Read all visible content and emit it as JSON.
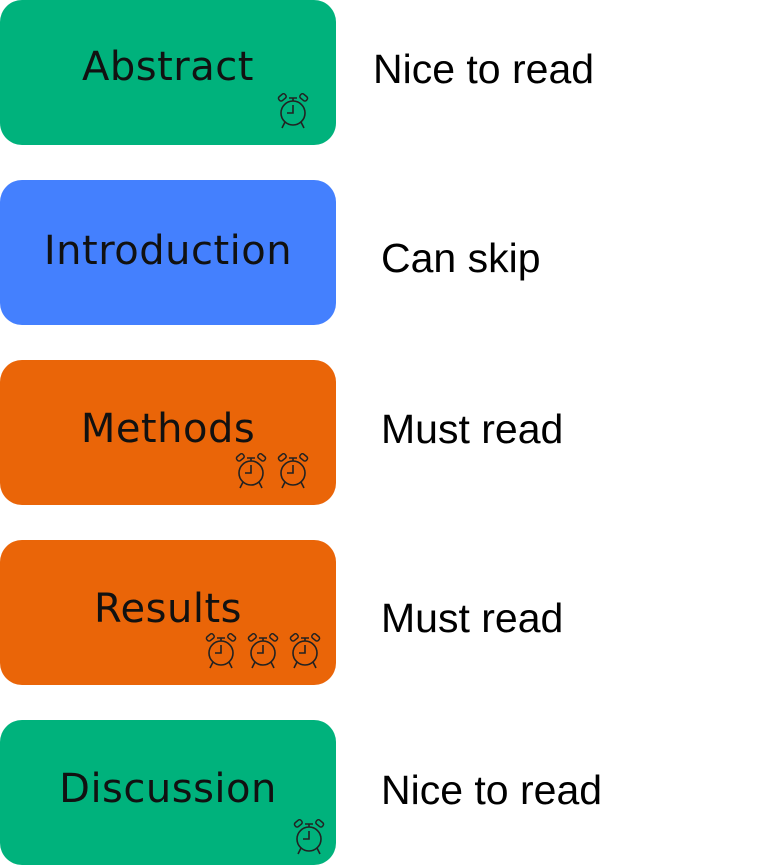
{
  "colors": {
    "green": "#00b27c",
    "blue": "#4480fe",
    "orange": "#ea6508"
  },
  "rows": [
    {
      "section": "Abstract",
      "note": "Nice to read",
      "color": "green",
      "clocks": 1
    },
    {
      "section": "Introduction",
      "note": "Can skip",
      "color": "blue",
      "clocks": 0
    },
    {
      "section": "Methods",
      "note": "Must read",
      "color": "orange",
      "clocks": 2
    },
    {
      "section": "Results",
      "note": "Must read",
      "color": "orange",
      "clocks": 3
    },
    {
      "section": "Discussion",
      "note": "Nice to read",
      "color": "green",
      "clocks": 1
    }
  ],
  "icon": "alarm-clock-icon"
}
